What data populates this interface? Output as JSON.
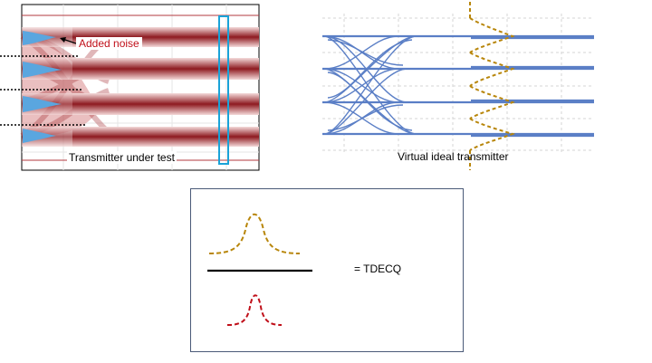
{
  "panels": {
    "left": {
      "caption": "Transmitter under test",
      "annotation": "Added noise",
      "colors": {
        "eye": "#9b1c22",
        "eye_light": "#e8b9b8",
        "histogram": "#5aa6df",
        "window": "#1aa3d8"
      }
    },
    "right": {
      "caption": "Virtual ideal transmitter",
      "colors": {
        "eye": "#5b7fc6",
        "histogram": "#b8860b"
      }
    }
  },
  "formula": {
    "result_label": "= TDECQ",
    "colors": {
      "numerator": "#b8860b",
      "denominator": "#c0101a",
      "fraction_bar": "#000000"
    }
  }
}
